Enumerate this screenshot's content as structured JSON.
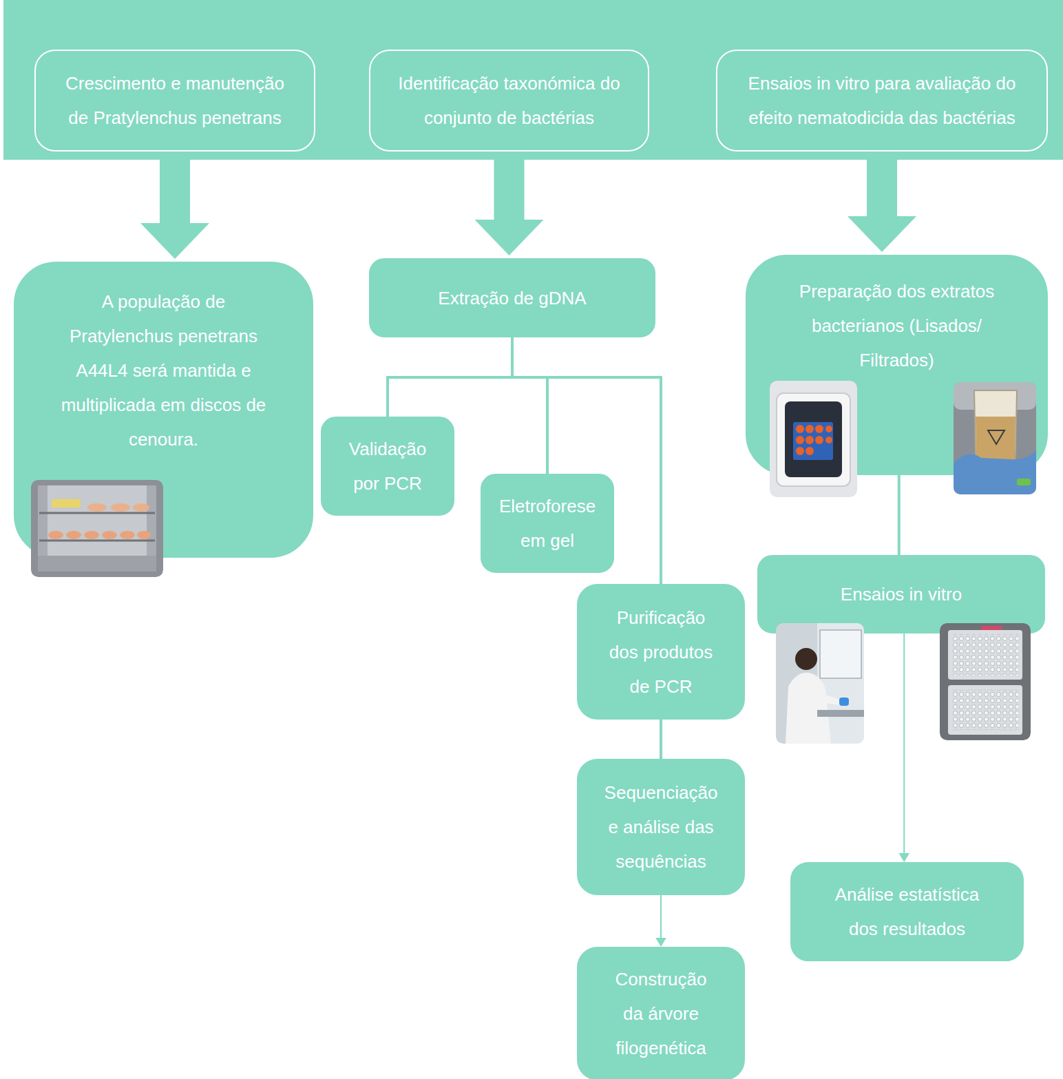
{
  "diagram": {
    "nodes": [
      {
        "text": [
          "Crescimento e manutenção de Pratylenchus penetrans"
        ]
      },
      {
        "text": [
          "Identificação taxonómica do conjunto de bactérias"
        ]
      },
      {
        "text": [
          "Ensaios in vitro para avaliação do efeito nematodicida das bactérias"
        ]
      },
      {
        "text": [
          "A população de Pratylenchus penetrans A44L4 será mantida e multiplicada em discos de cenoura."
        ]
      },
      {
        "text": [
          "Extração de gDNA"
        ]
      },
      {
        "text": [
          "Validação por PCR"
        ]
      },
      {
        "text": [
          "Eletroforese em gel"
        ]
      },
      {
        "text": [
          "Purificação dos produtos de PCR"
        ]
      },
      {
        "text": [
          "Sequenciação e análise das sequências"
        ]
      },
      {
        "text": [
          "Construção da árvore filogenética"
        ]
      },
      {
        "text": [
          "Preparação dos extratos bacterianos (Lisados/ Filtrados)"
        ]
      },
      {
        "text": [
          "Ensaios in vitro"
        ]
      },
      {
        "text": [
          "Análise estatística dos resultados"
        ]
      }
    ],
    "edges": [
      {
        "from": 0,
        "to": 3,
        "arrow": "to"
      },
      {
        "from": 1,
        "to": 4,
        "arrow": "to"
      },
      {
        "from": 2,
        "to": 10,
        "arrow": "to"
      },
      {
        "from": 4,
        "to": 5,
        "arrow": "none"
      },
      {
        "from": 4,
        "to": 6,
        "arrow": "none"
      },
      {
        "from": 4,
        "to": 7,
        "arrow": "none"
      },
      {
        "from": 7,
        "to": 8,
        "arrow": "none"
      },
      {
        "from": 8,
        "to": 9,
        "arrow": "to"
      },
      {
        "from": 10,
        "to": 11,
        "arrow": "none"
      },
      {
        "from": 11,
        "to": 12,
        "arrow": "to"
      }
    ]
  }
}
